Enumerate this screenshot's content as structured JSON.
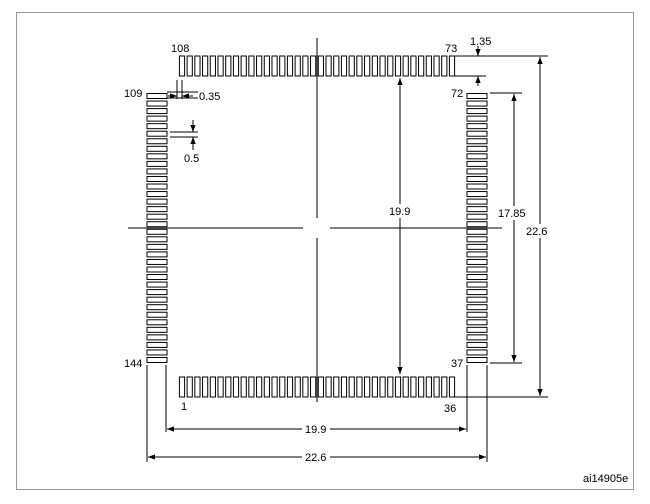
{
  "pins": {
    "top_left": "108",
    "top_right": "73",
    "left_top": "109",
    "left_bottom": "144",
    "right_top": "72",
    "right_bottom": "37",
    "bottom_left": "1",
    "bottom_right": "36"
  },
  "pins_per_side": 36,
  "dimensions": {
    "pad_length": "1.35",
    "pad_width": "0.35",
    "pitch": "0.5",
    "row_span": "19.9",
    "pad_span": "17.85",
    "overall_v": "22.6",
    "bottom_span": "19.9",
    "overall_h": "22.6"
  },
  "figure_code": "ai14905e"
}
